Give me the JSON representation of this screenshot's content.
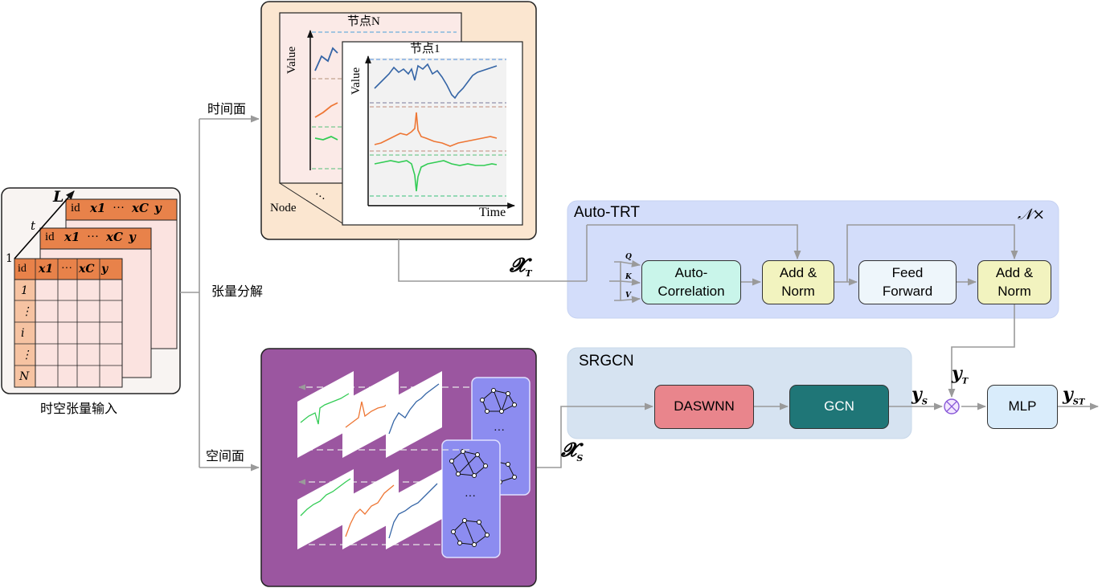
{
  "input": {
    "caption": "时空张量输入",
    "axis_L": "L",
    "axis_t": "t",
    "axis_1": "1",
    "header": [
      "id",
      "x1",
      "···",
      "xC",
      "y"
    ],
    "row_labels": [
      "1",
      "⋮",
      "i",
      "⋮",
      "N"
    ]
  },
  "branches": {
    "time": "时间面",
    "decomp": "张量分解",
    "space": "空间面"
  },
  "time_panel": {
    "node_n_title": "节点N",
    "node_1_title": "节点1",
    "value_label": "Value",
    "time_label": "Time",
    "node_label": "Node",
    "ellipsis": "···"
  },
  "space_panel": {
    "ellipsis": "···"
  },
  "inputs": {
    "xt": "𝓧",
    "xt_sub": "T",
    "xs": "𝓧",
    "xs_sub": "S"
  },
  "auto_trt": {
    "title": "Auto-TRT",
    "repeat": "𝒩×",
    "q": "Q",
    "k": "K",
    "v": "V",
    "auto_corr": "Auto-\nCorrelation",
    "add_norm_1": "Add &\nNorm",
    "feed_forward": "Feed\nForward",
    "add_norm_2": "Add &\nNorm"
  },
  "srgcn": {
    "title": "SRGCN",
    "daswnn": "DASWNN",
    "gcn": "GCN"
  },
  "outputs": {
    "yt": "𝒚",
    "yt_sub": "T",
    "ys": "𝒚",
    "ys_sub": "S",
    "mlp": "MLP",
    "yst": "𝒚",
    "yst_sub": "ST",
    "combine_icon": "⊗"
  },
  "colors": {
    "orange_cell": "#e8824a",
    "pink_cell": "#fbe3e0",
    "time_panel_bg": "#fbe6d0",
    "space_panel_bg": "#9b56a0",
    "auto_trt_bg": "#d3ddfa",
    "srgcn_bg": "#d6e3f1",
    "auto_corr": "#c9f5ea",
    "add_norm": "#f2f3bf",
    "feed_forward": "#eef6fb",
    "daswnn": "#e9858c",
    "gcn": "#1f7677",
    "mlp": "#d9ecfb",
    "series_blue": "#3565a6",
    "series_orange": "#ee7634",
    "series_green": "#33cc55"
  }
}
